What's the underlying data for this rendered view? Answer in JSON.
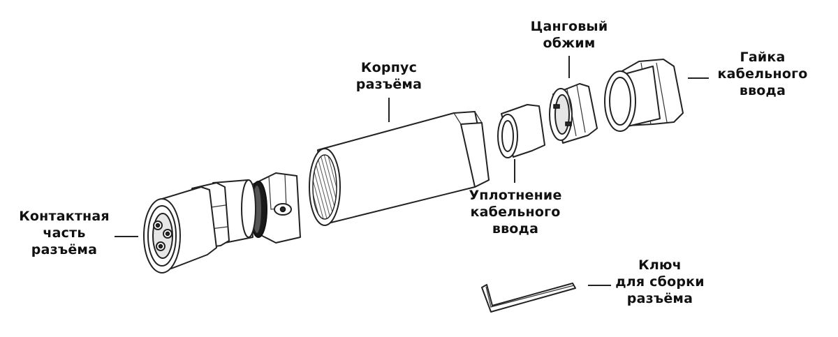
{
  "labels": {
    "contact_part": [
      "Контактная",
      "часть",
      "разъёма"
    ],
    "body": [
      "Корпус",
      "разъёма"
    ],
    "seal": [
      "Уплотнение",
      "кабельного",
      "ввода"
    ],
    "collet": [
      "Цанговый",
      "обжим"
    ],
    "nut": [
      "Гайка",
      "кабельного",
      "ввода"
    ],
    "key": [
      "Ключ",
      "для сборки",
      "разъёма"
    ]
  }
}
